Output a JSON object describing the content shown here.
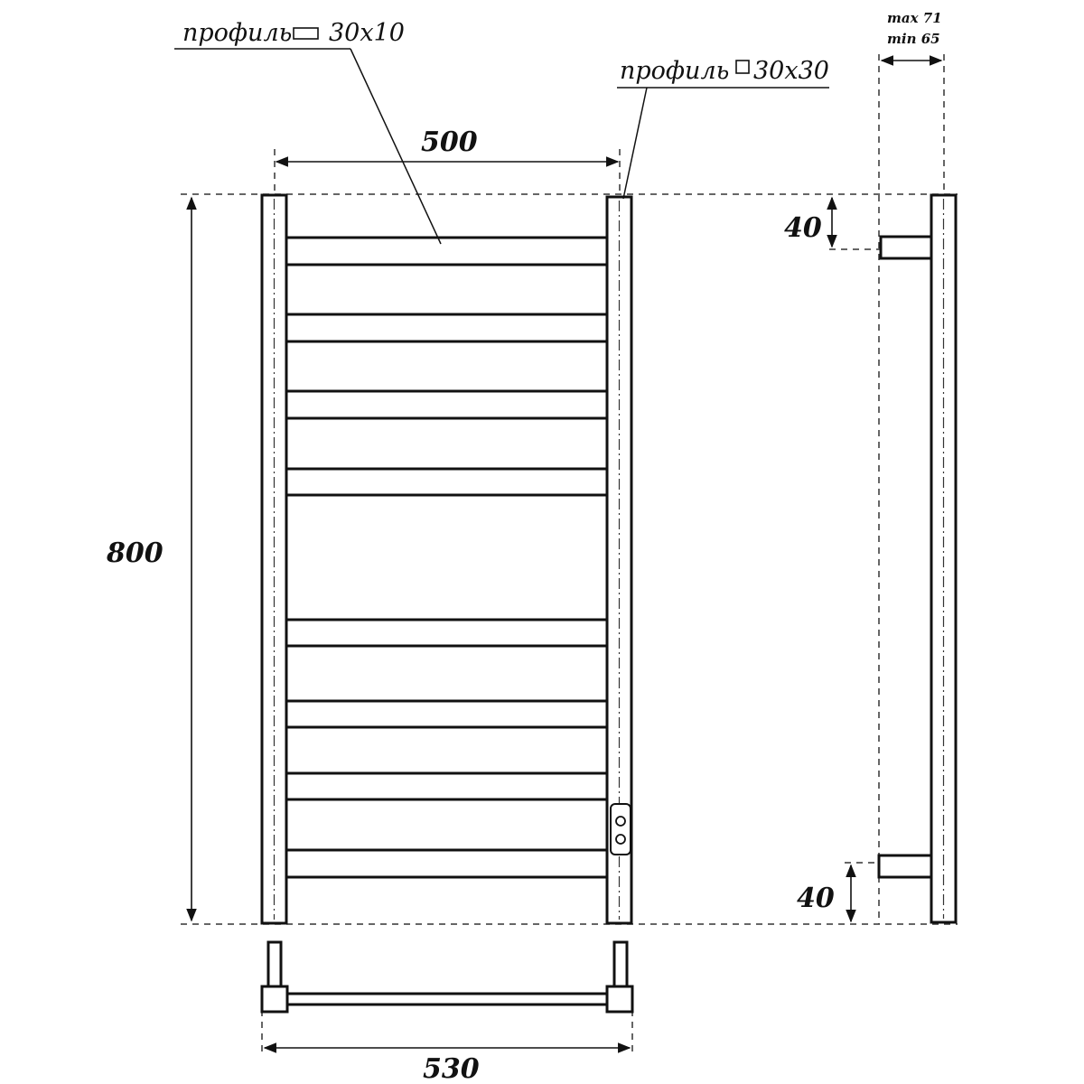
{
  "drawing": {
    "profile_bar_label": "профиль",
    "profile_bar_size": "30x10",
    "profile_post_label": "профиль",
    "profile_post_size": "30x30",
    "bars_spacing_width": "500",
    "overall_width": "530",
    "height": "800",
    "side_offset_top": "40",
    "side_offset_bottom": "40",
    "wall_distance_max": "max 71",
    "wall_distance_min": "min 65"
  },
  "colors": {
    "line": "#111111",
    "dash": "#333333",
    "background": "#ffffff"
  }
}
